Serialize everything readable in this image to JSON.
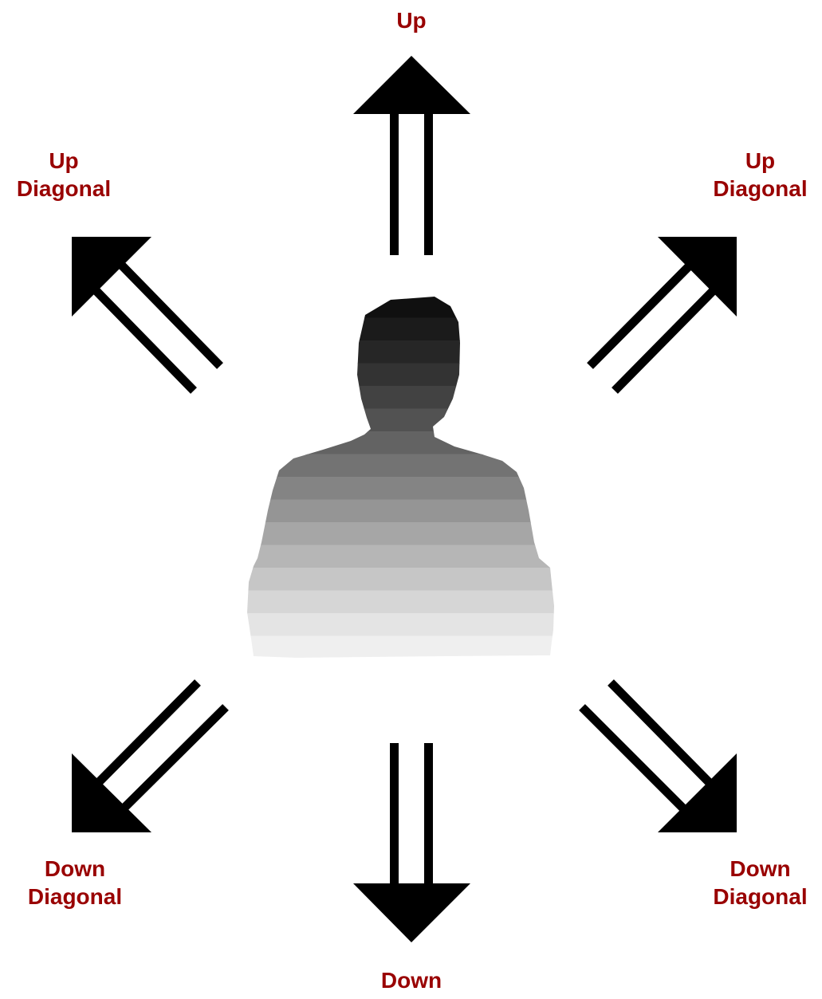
{
  "labels": {
    "up": "Up",
    "up_left": {
      "line1": "Up",
      "line2": "Diagonal"
    },
    "up_right": {
      "line1": "Up",
      "line2": "Diagonal"
    },
    "down_left": {
      "line1": "Down",
      "line2": "Diagonal"
    },
    "down_right": {
      "line1": "Down",
      "line2": "Diagonal"
    },
    "down": "Down"
  },
  "colors": {
    "label": "#990000",
    "arrow": "#000000",
    "background": "#ffffff"
  },
  "figure": {
    "description_icon": "person-silhouette-icon",
    "band_colors": [
      "#101010",
      "#1b1b1b",
      "#262626",
      "#333333",
      "#424242",
      "#525252",
      "#636363",
      "#737373",
      "#848484",
      "#959595",
      "#a6a6a6",
      "#b6b6b6",
      "#c6c6c6",
      "#d6d6d6",
      "#e4e4e4",
      "#efefef"
    ]
  }
}
